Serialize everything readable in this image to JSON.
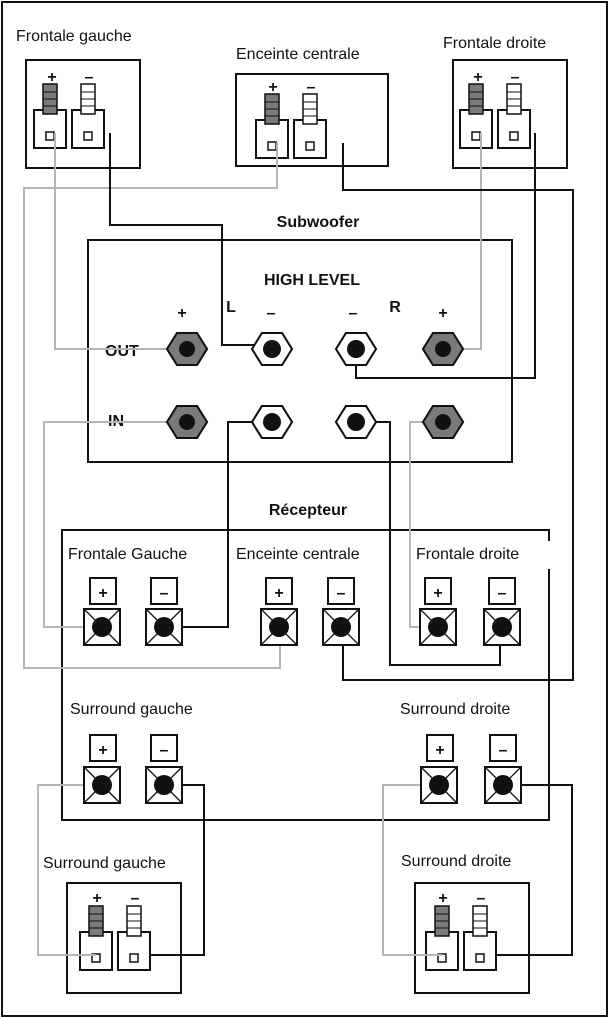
{
  "colors": {
    "ink": "#111111",
    "wire_positive": "#b5b5b5",
    "wire_negative": "#111111",
    "terminal_fill": "#7a7a7a"
  },
  "speakers": {
    "front_left": "Frontale gauche",
    "center": "Enceinte centrale",
    "front_right": "Frontale droite",
    "surround_left": "Surround gauche",
    "surround_right": "Surround droite"
  },
  "subwoofer": {
    "title": "Subwoofer",
    "high_level": "HIGH LEVEL",
    "out": "OUT",
    "in": "IN",
    "left": "L",
    "right": "R"
  },
  "receiver": {
    "title": "Récepteur",
    "front_left": "Frontale Gauche",
    "center": "Enceinte centrale",
    "front_right": "Frontale droite",
    "surround_left": "Surround gauche",
    "surround_right": "Surround droite"
  },
  "polarity": {
    "plus": "+",
    "minus": "–"
  }
}
